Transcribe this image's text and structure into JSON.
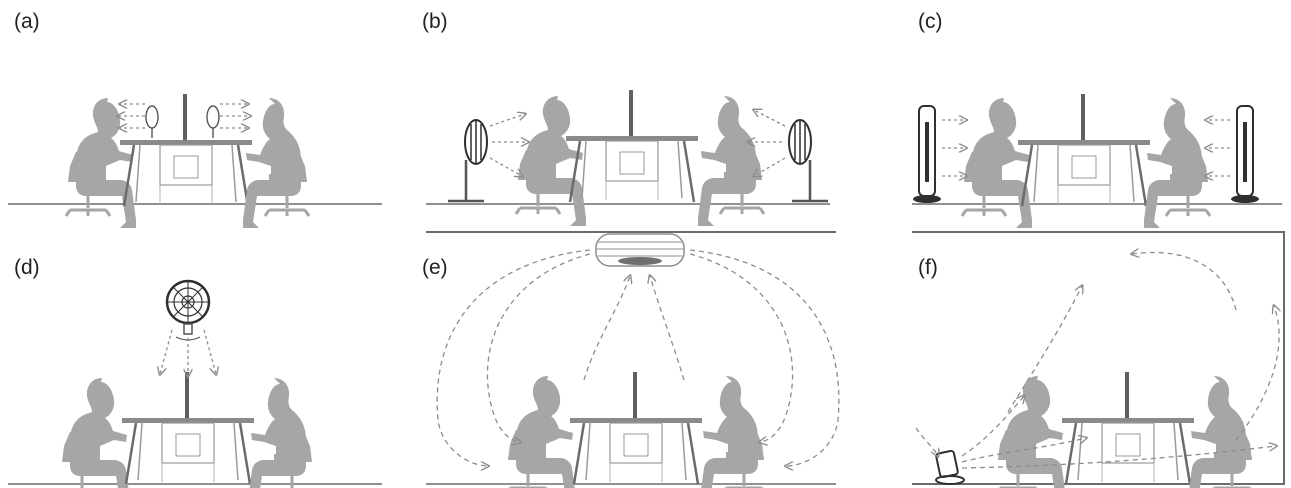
{
  "panels": [
    {
      "label": "(a)",
      "fan_type": "desk-fan"
    },
    {
      "label": "(b)",
      "fan_type": "pedestal-fan"
    },
    {
      "label": "(c)",
      "fan_type": "tower-fan"
    },
    {
      "label": "(d)",
      "fan_type": "ceiling-mounted-fan"
    },
    {
      "label": "(e)",
      "fan_type": "ceiling-fan"
    },
    {
      "label": "(f)",
      "fan_type": "floor-fan"
    }
  ],
  "colors": {
    "figure": "#a6a6a6",
    "line": "#6b6b6b",
    "arrow": "#8c8c8c",
    "dark": "#2f2f2f"
  }
}
